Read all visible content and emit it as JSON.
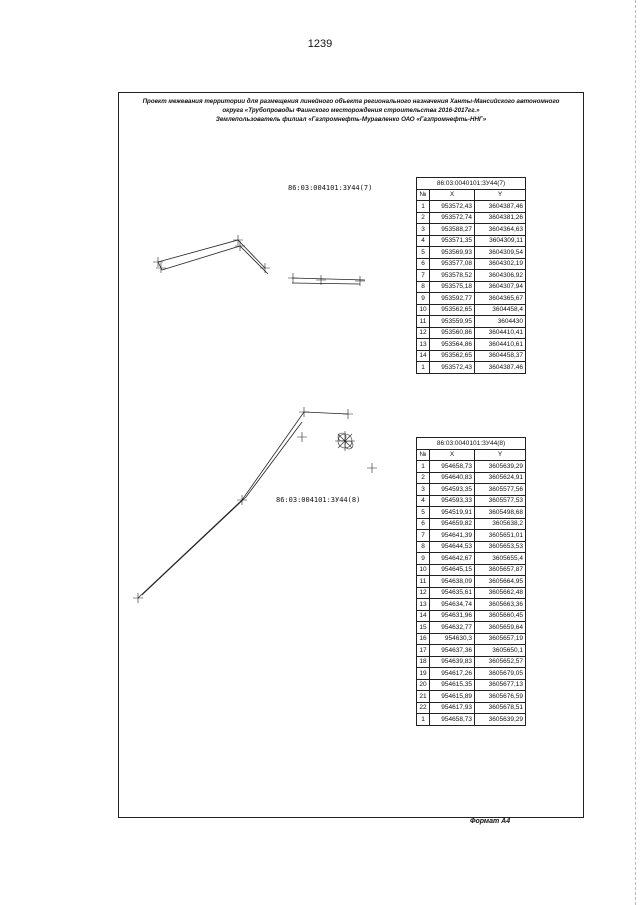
{
  "page_number": "1239",
  "header": {
    "line1": "Проект межевания территории для размещения линейного объекта регионального назначения Ханты-Мансийского автономного",
    "line2": "округа «Трубопроводы Фаинского месторождения строительства 2016-2017гг.»",
    "line3": "Землепользователь филиал «Газпромнефть-Муравленко ОАО «Газпромнефть-ННГ»"
  },
  "plot_labels": {
    "parcel7": "86:03:004101:3У44(7)",
    "parcel8": "86:03:004101:3У44(8)"
  },
  "table7": {
    "cadastral": "86:03:0040101:ЗУ44(7)",
    "col_n": "№",
    "col_x": "X",
    "col_y": "Y",
    "rows": [
      [
        "1",
        "953572,43",
        "3604387,46"
      ],
      [
        "2",
        "953572,74",
        "3604381,26"
      ],
      [
        "3",
        "953588,27",
        "3604364,63"
      ],
      [
        "4",
        "953571,35",
        "3604309,11"
      ],
      [
        "5",
        "953569,93",
        "3604309,54"
      ],
      [
        "6",
        "953577,08",
        "3604302,19"
      ],
      [
        "7",
        "953578,52",
        "3604306,92"
      ],
      [
        "8",
        "953575,18",
        "3604307,94"
      ],
      [
        "9",
        "953592,77",
        "3604365,67"
      ],
      [
        "10",
        "953562,65",
        "3604458,4"
      ],
      [
        "11",
        "953559,95",
        "3604430"
      ],
      [
        "12",
        "953560,86",
        "3604410,41"
      ],
      [
        "13",
        "953564,86",
        "3604410,61"
      ],
      [
        "14",
        "953562,65",
        "3604458,37"
      ],
      [
        "1",
        "953572,43",
        "3604387,46"
      ]
    ]
  },
  "table8": {
    "cadastral": "86:03:0040101:ЗУ44(8)",
    "col_n": "№",
    "col_x": "X",
    "col_y": "Y",
    "rows": [
      [
        "1",
        "954658,73",
        "3605639,29"
      ],
      [
        "2",
        "954640,83",
        "3605624,91"
      ],
      [
        "3",
        "954593,35",
        "3605577,56"
      ],
      [
        "4",
        "954593,33",
        "3605577,53"
      ],
      [
        "5",
        "954519,91",
        "3605498,68"
      ],
      [
        "6",
        "954659,82",
        "3605638,2"
      ],
      [
        "7",
        "954641,39",
        "3605651,01"
      ],
      [
        "8",
        "954644,53",
        "3605653,53"
      ],
      [
        "9",
        "954642,67",
        "3605655,4"
      ],
      [
        "10",
        "954645,15",
        "3605657,87"
      ],
      [
        "11",
        "954638,09",
        "3605664,95"
      ],
      [
        "12",
        "954635,61",
        "3605662,48"
      ],
      [
        "13",
        "954634,74",
        "3605663,36"
      ],
      [
        "14",
        "954631,96",
        "3605660,45"
      ],
      [
        "15",
        "954632,77",
        "3605659,64"
      ],
      [
        "16",
        "954630,3",
        "3605657,19"
      ],
      [
        "17",
        "954637,36",
        "3605650,1"
      ],
      [
        "18",
        "954639,83",
        "3605652,57"
      ],
      [
        "19",
        "954617,26",
        "3605679,05"
      ],
      [
        "20",
        "954615,35",
        "3605677,13"
      ],
      [
        "21",
        "954615,89",
        "3605676,59"
      ],
      [
        "22",
        "954617,93",
        "3605678,51"
      ],
      [
        "1",
        "954658,73",
        "3605639,29"
      ]
    ]
  },
  "format_label": "Формат А4"
}
